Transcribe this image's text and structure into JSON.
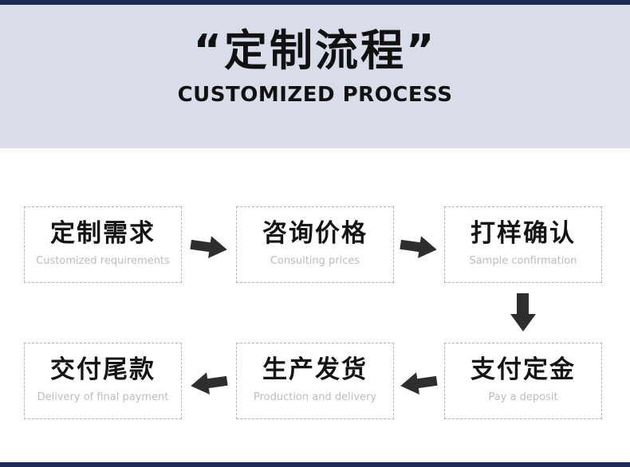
{
  "colors": {
    "accent_bar": "#1e2a56",
    "header_background": "#d9dde9",
    "title_text": "#111111",
    "step_cn_text": "#141414",
    "step_en_text": "#bcbcbc",
    "box_border": "#b3b3b3",
    "arrow": "#2e2e2e"
  },
  "header": {
    "title": "“定制流程”",
    "subtitle": "CUSTOMIZED PROCESS"
  },
  "flow": {
    "steps": [
      {
        "cn": "定制需求",
        "en": "Customized requirements"
      },
      {
        "cn": "咨询价格",
        "en": "Consulting prices"
      },
      {
        "cn": "打样确认",
        "en": "Sample confirmation"
      },
      {
        "cn": "支付定金",
        "en": "Pay a deposit"
      },
      {
        "cn": "生产发货",
        "en": "Production and delivery"
      },
      {
        "cn": "交付尾款",
        "en": "Delivery of final payment"
      }
    ],
    "arrows": [
      "right-arrow-icon",
      "right-arrow-icon",
      "down-arrow-icon",
      "left-arrow-icon",
      "left-arrow-icon"
    ]
  }
}
